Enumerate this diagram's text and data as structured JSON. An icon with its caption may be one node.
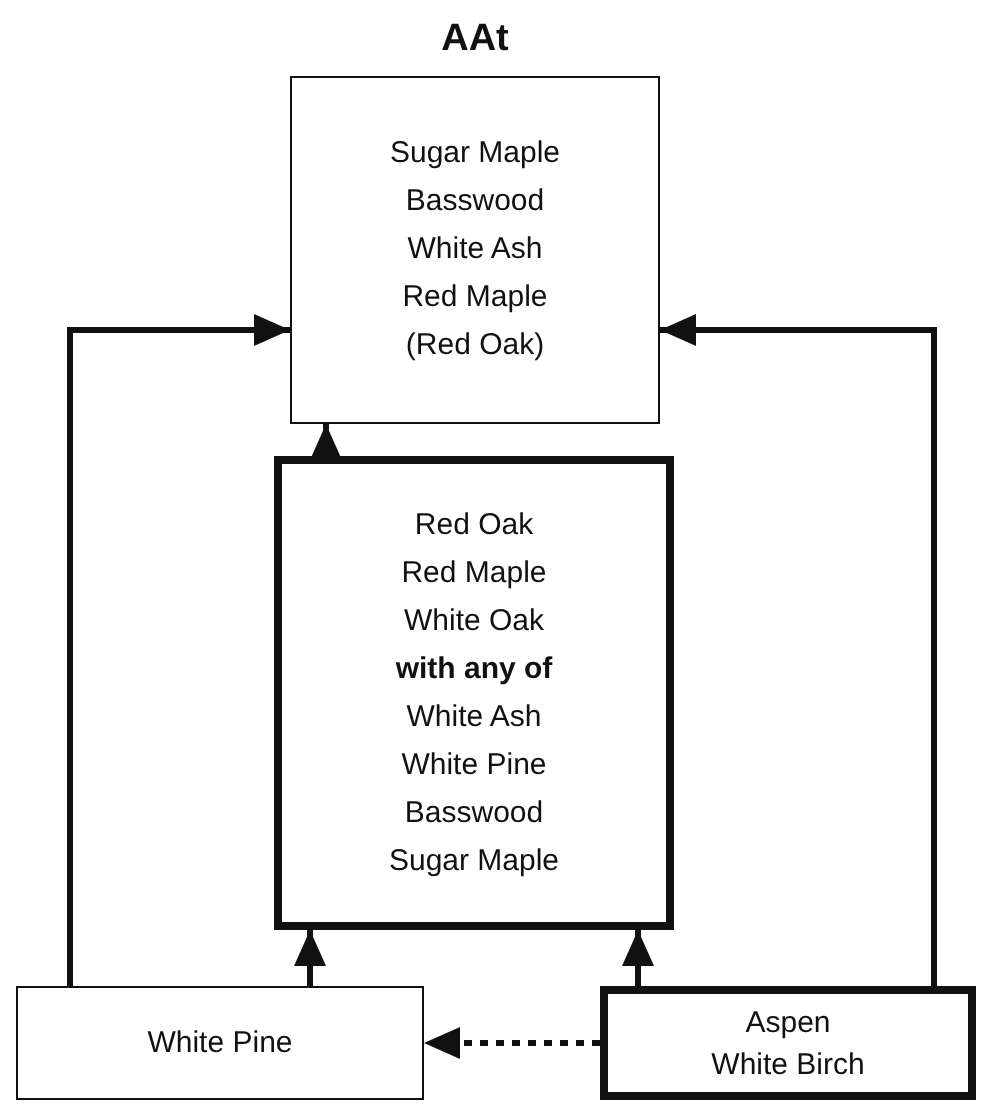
{
  "diagram": {
    "nodes": [
      {
        "text": [
          "AAt",
          "Sugar Maple",
          "Basswood",
          "White Ash",
          "Red Maple",
          "(Red Oak)"
        ]
      },
      {
        "text": [
          "Red Oak",
          "Red Maple",
          "White Oak",
          "**with any of**",
          "White Ash",
          "White Pine",
          "Basswood",
          "Sugar Maple"
        ]
      },
      {
        "text": [
          "White Pine"
        ]
      },
      {
        "text": [
          "Aspen",
          "White Birch"
        ]
      }
    ],
    "edges": [
      {
        "from": 1,
        "to": 0,
        "arrow": "to"
      },
      {
        "from": 2,
        "to": 0,
        "arrow": "to"
      },
      {
        "from": 3,
        "to": 0,
        "arrow": "to"
      },
      {
        "from": 2,
        "to": 1,
        "arrow": "to"
      },
      {
        "from": 3,
        "to": 1,
        "arrow": "to"
      },
      {
        "from": 3,
        "to": 2,
        "arrow": "to",
        "style": "dashed"
      }
    ]
  }
}
